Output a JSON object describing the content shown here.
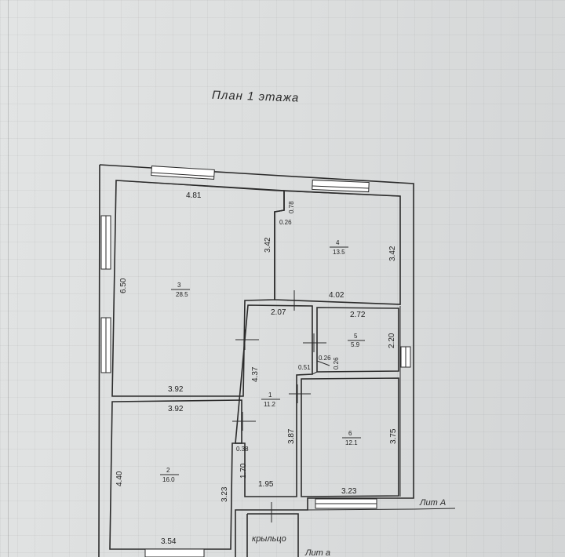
{
  "title": "План 1 этажа",
  "rooms": [
    {
      "number": "1",
      "area": "11.2"
    },
    {
      "number": "2",
      "area": "16.0"
    },
    {
      "number": "3",
      "area": "28.5"
    },
    {
      "number": "4",
      "area": "13.5"
    },
    {
      "number": "5",
      "area": "5.9"
    },
    {
      "number": "6",
      "area": "12.1"
    }
  ],
  "dimensions": {
    "r3_top": "4.81",
    "r3_right": "3.42",
    "r3_left": "6.50",
    "r3_bottom": "3.92",
    "r4_top_small": "0.78",
    "r4_corner": "0.26",
    "r4_right": "3.42",
    "r4_bottom": "4.02",
    "corridor_top": "2.07",
    "r5_top": "2.72",
    "r5_right": "2.20",
    "r5_small_a": "0.26",
    "r5_small_b": "0.26",
    "r5_small_c": "0.51",
    "corridor_left": "4.37",
    "r2_top": "3.92",
    "corridor_mid": "3.87",
    "r6_right": "3.75",
    "r2_left": "4.40",
    "r2_right": "3.23",
    "niche_small": "0.38",
    "niche_height": "1.70",
    "corridor_bottom": "1.95",
    "r6_bottom": "3.23",
    "r2_bottom": "3.54"
  },
  "labels": {
    "lit_a_main": "Лит А",
    "porch": "крыльцо",
    "lit_a_small": "Лит а"
  }
}
